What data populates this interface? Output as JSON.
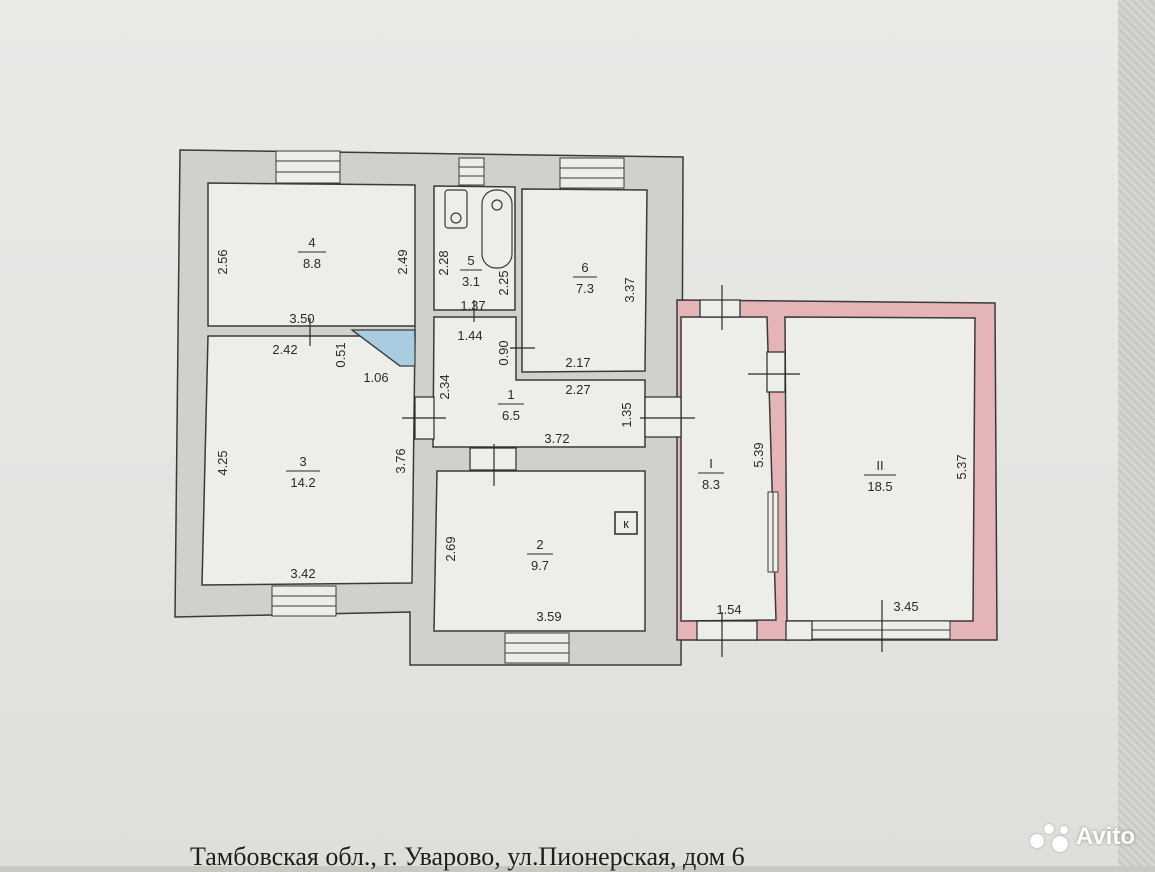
{
  "rooms": [
    {
      "id": "4",
      "area": "8.8"
    },
    {
      "id": "5",
      "area": "3.1"
    },
    {
      "id": "6",
      "area": "7.3"
    },
    {
      "id": "1",
      "area": "6.5"
    },
    {
      "id": "3",
      "area": "14.2"
    },
    {
      "id": "2",
      "area": "9.7"
    },
    {
      "id": "I",
      "area": "8.3"
    },
    {
      "id": "II",
      "area": "18.5"
    }
  ],
  "dimensions": [
    "2.56",
    "2.49",
    "3.50",
    "2.42",
    "0.51",
    "1.06",
    "2.28",
    "2.25",
    "1.37",
    "1.44",
    "3.37",
    "0.90",
    "2.17",
    "2.27",
    "2.34",
    "1.35",
    "3.72",
    "4.25",
    "3.76",
    "3.42",
    "2.69",
    "3.59",
    "5.39",
    "1.54",
    "5.37",
    "3.45"
  ],
  "stove_mark": "к",
  "caption": "Тамбовская обл., г. Уварово, ул.Пионерская, дом 6",
  "watermark": "Avito",
  "colors": {
    "wall": "#d0d1cc",
    "cold_annex_wall": "#e5b4b6",
    "stair": "#a8cde0",
    "line": "#2a2a2a"
  }
}
